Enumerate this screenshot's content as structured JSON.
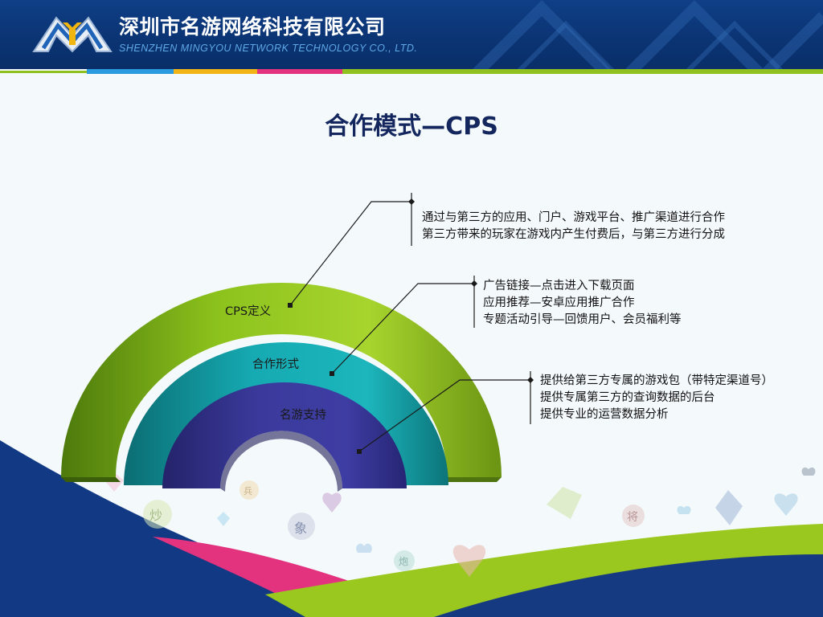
{
  "header": {
    "company_cn": "深圳市名游网络科技有限公司",
    "company_en": "SHENZHEN  MINGYOU NETWORK TECHNOLOGY CO., LTD."
  },
  "page": {
    "title": "合作模式—CPS"
  },
  "arches": [
    {
      "label": "CPS定义",
      "color": "#8bbf1c"
    },
    {
      "label": "合作形式",
      "color": "#11a0a8"
    },
    {
      "label": "名游支持",
      "color": "#35348f"
    }
  ],
  "callouts": [
    {
      "lines": [
        "通过与第三方的应用、门户、游戏平台、推广渠道进行合作",
        "第三方带来的玩家在游戏内产生付费后，与第三方进行分成"
      ]
    },
    {
      "lines": [
        "广告链接—点击进入下载页面",
        "应用推荐—安卓应用推广合作",
        "专题活动引导—回馈用户、会员福利等"
      ]
    },
    {
      "lines": [
        "提供给第三方专属的游戏包（带特定渠道号）",
        "提供专属第三方的查询数据的后台",
        "提供专业的运营数据分析"
      ]
    }
  ],
  "decor_chars": [
    "炒",
    "象",
    "将",
    "兵",
    "炮"
  ],
  "colors": {
    "header_bg": "#0b3474",
    "title": "#14265e",
    "green": "#8fc21f",
    "pink": "#e3337f",
    "blue": "#2b9be0",
    "yellow": "#f2b416"
  }
}
